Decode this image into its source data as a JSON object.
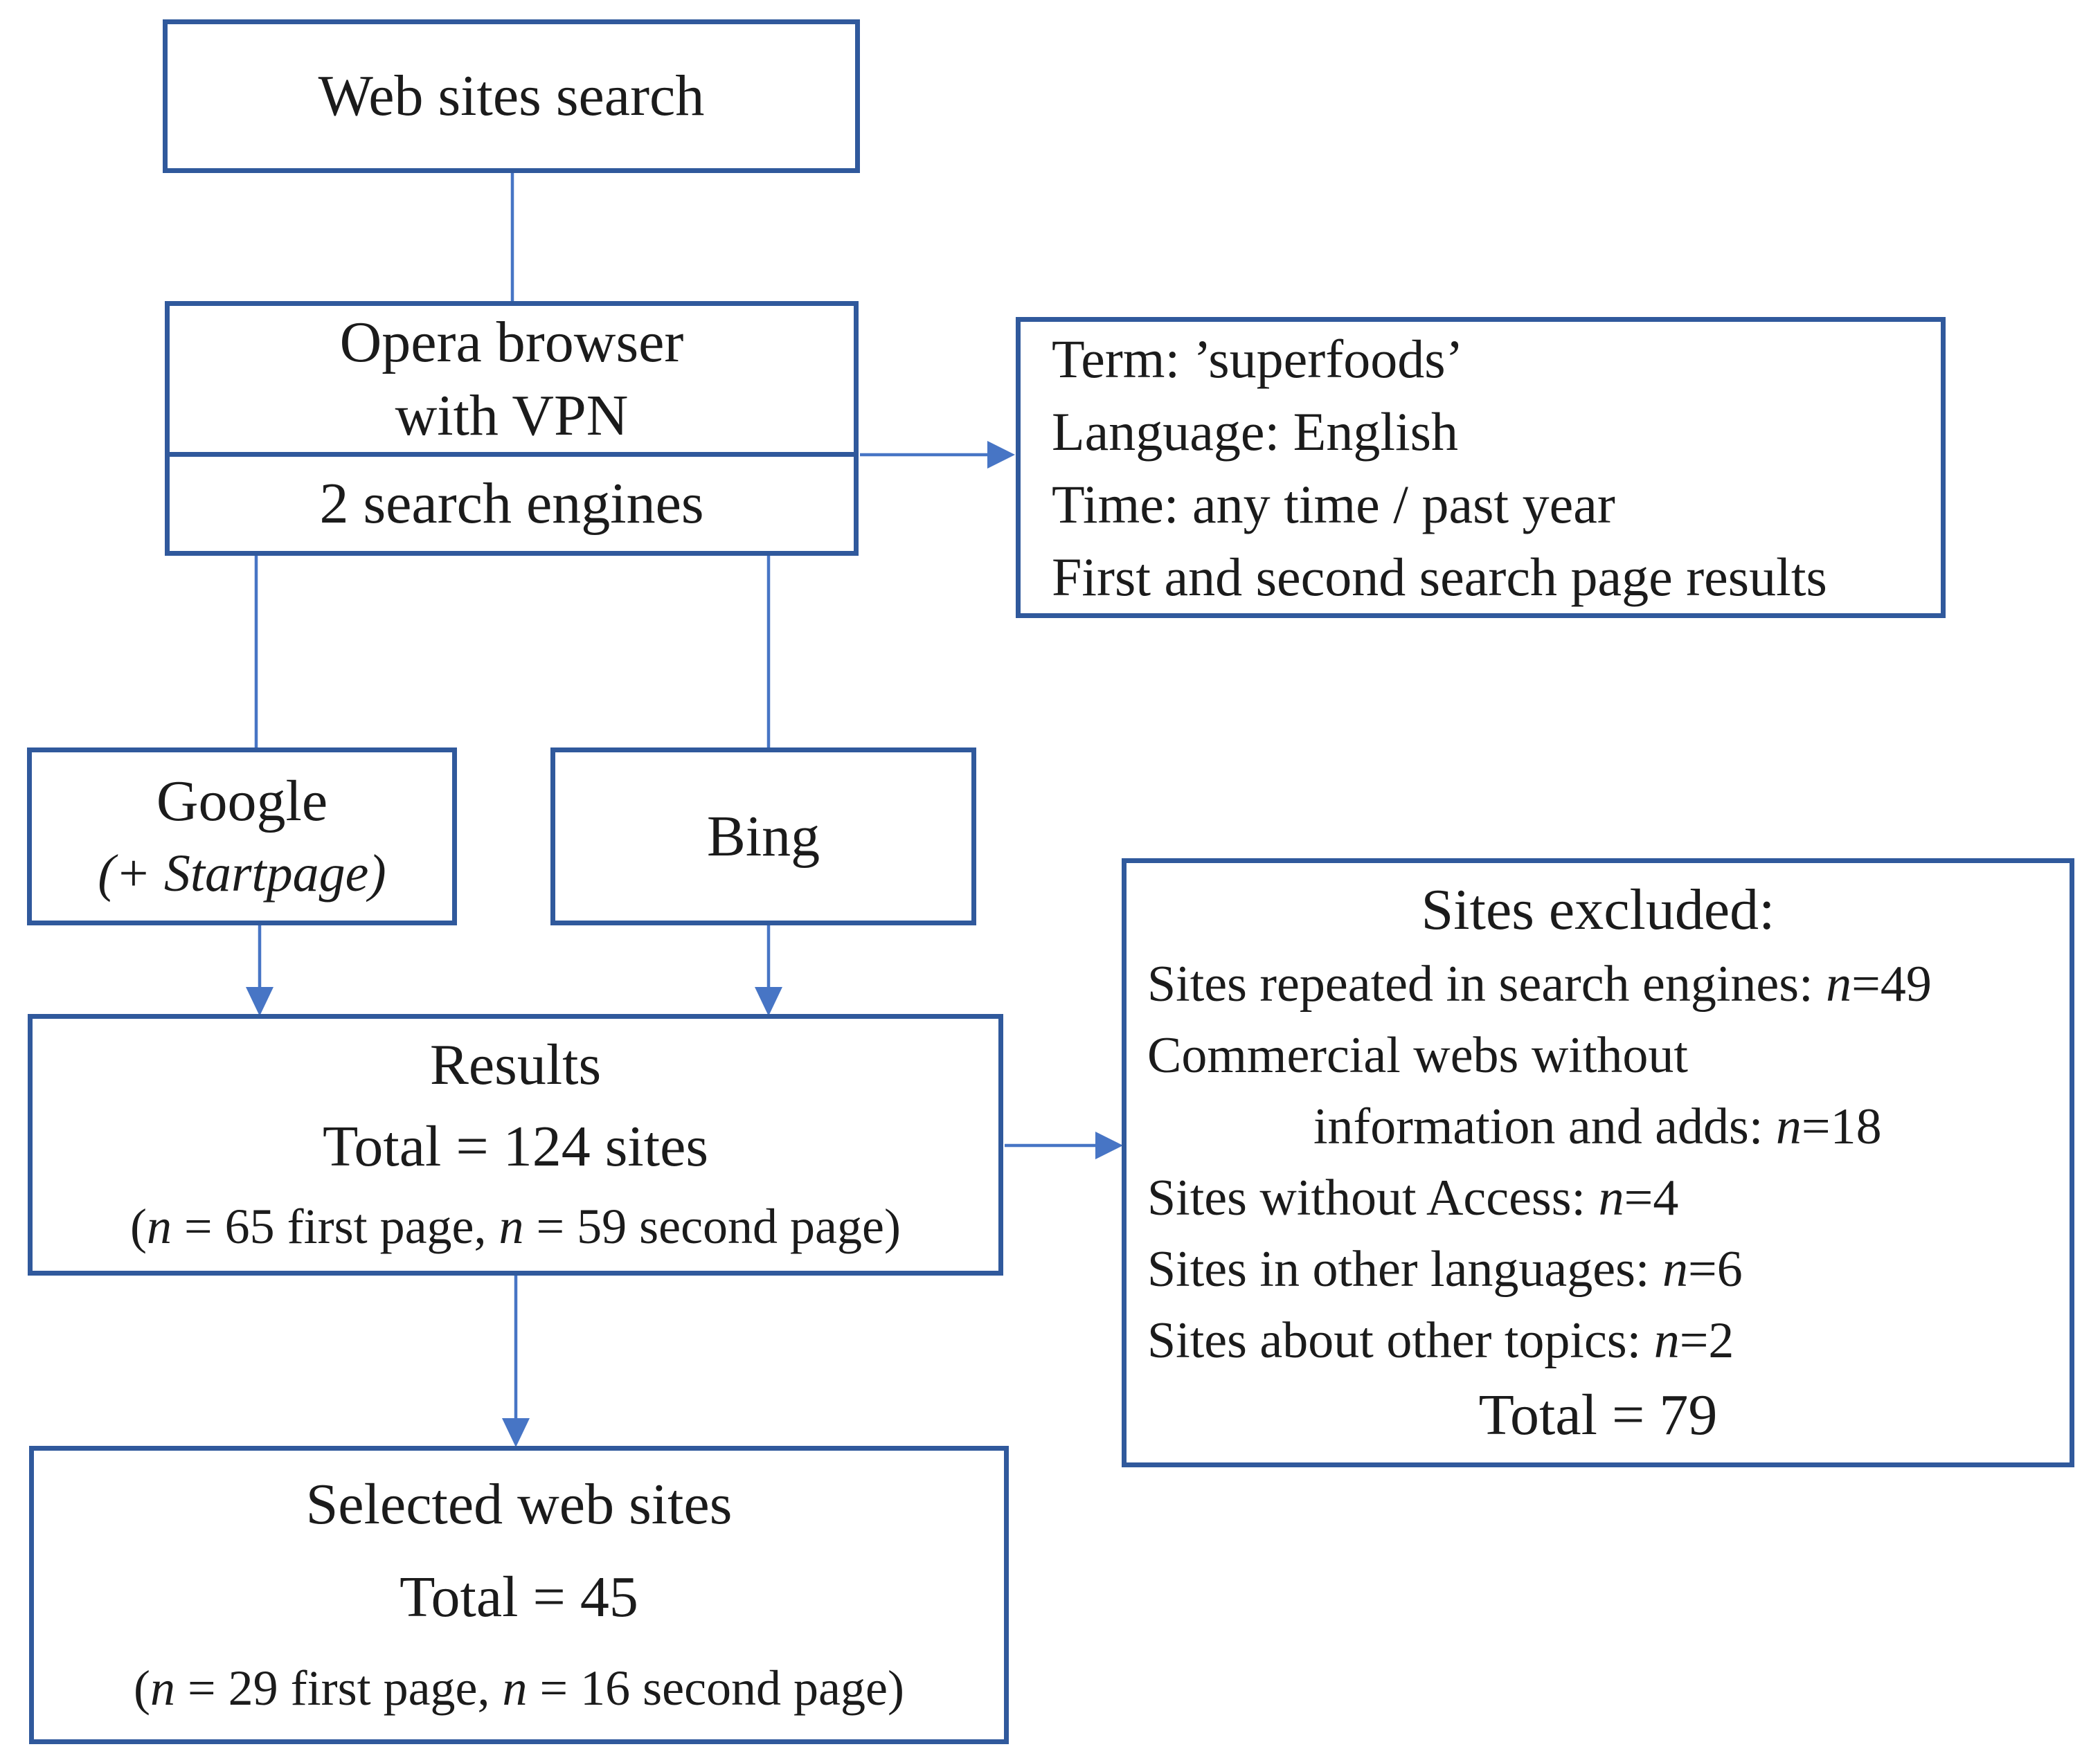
{
  "figure": {
    "type": "flowchart"
  },
  "colors": {
    "box_border": "#30599c",
    "connector": "#4775c5",
    "text_color": "#1b1b1b",
    "background": "#ffffff"
  },
  "nodes": {
    "web_search": {
      "label": "Web sites search"
    },
    "browser": {
      "line1": "Opera browser",
      "line2": "with VPN"
    },
    "engines": {
      "label": "2 search engines"
    },
    "criteria": {
      "lines": [
        "Term: ’superfoods’",
        "Language: English",
        "Time: any time / past year",
        "First and second search page results"
      ]
    },
    "google": {
      "name": "Google",
      "sub": "(+ Startpage)"
    },
    "bing": {
      "name": "Bing"
    },
    "results": {
      "title": "Results",
      "total": "Total = 124 sites",
      "breakdown": [
        {
          "t": "("
        },
        {
          "t": "n",
          "i": true
        },
        {
          "t": " = 65 first page, "
        },
        {
          "t": "n",
          "i": true
        },
        {
          "t": " = 59 second page)"
        }
      ]
    },
    "excluded": {
      "title": "Sites excluded:",
      "items": [
        [
          {
            "t": "Sites repeated in search engines: "
          },
          {
            "t": "n",
            "i": true
          },
          {
            "t": "=49"
          }
        ],
        [
          {
            "t": "Commercial webs without"
          }
        ],
        [
          {
            "t": "information and adds: "
          },
          {
            "t": "n",
            "i": true
          },
          {
            "t": "=18"
          }
        ],
        [
          {
            "t": "Sites without Access: "
          },
          {
            "t": "n",
            "i": true
          },
          {
            "t": "=4"
          }
        ],
        [
          {
            "t": "Sites in other languages: "
          },
          {
            "t": "n",
            "i": true
          },
          {
            "t": "=6"
          }
        ],
        [
          {
            "t": "Sites about other topics: "
          },
          {
            "t": "n",
            "i": true
          },
          {
            "t": "=2"
          }
        ]
      ],
      "total": "Total = 79"
    },
    "selected": {
      "title": "Selected web sites",
      "total": "Total = 45",
      "breakdown": [
        {
          "t": "("
        },
        {
          "t": "n",
          "i": true
        },
        {
          "t": " = 29 first page, "
        },
        {
          "t": "n",
          "i": true
        },
        {
          "t": " = 16 second page)"
        }
      ]
    }
  }
}
